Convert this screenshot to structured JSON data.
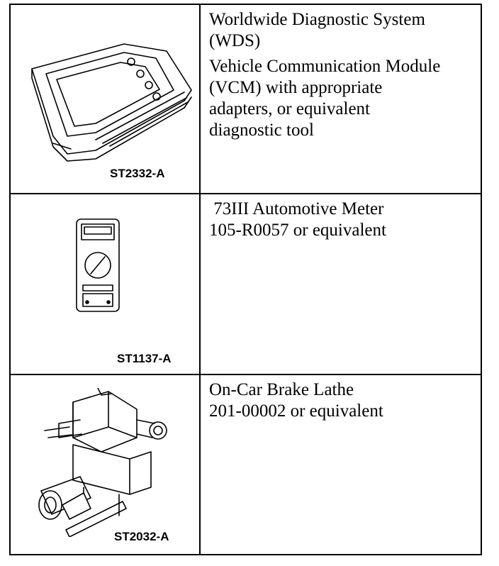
{
  "tools": [
    {
      "code": "ST2332-A",
      "icon": "diagnostic-tablet",
      "lines": [
        "Worldwide Diagnostic System",
        "(WDS)"
      ],
      "lines2": [
        "Vehicle Communication Module",
        "(VCM) with appropriate",
        "adapters, or equivalent",
        "diagnostic tool"
      ]
    },
    {
      "code": "ST1137-A",
      "icon": "multimeter",
      "lines": [
        " 73III Automotive Meter",
        "105-R0057 or equivalent"
      ]
    },
    {
      "code": "ST2032-A",
      "icon": "brake-lathe",
      "lines": [
        "On-Car Brake Lathe",
        "201-00002 or equivalent"
      ]
    }
  ]
}
